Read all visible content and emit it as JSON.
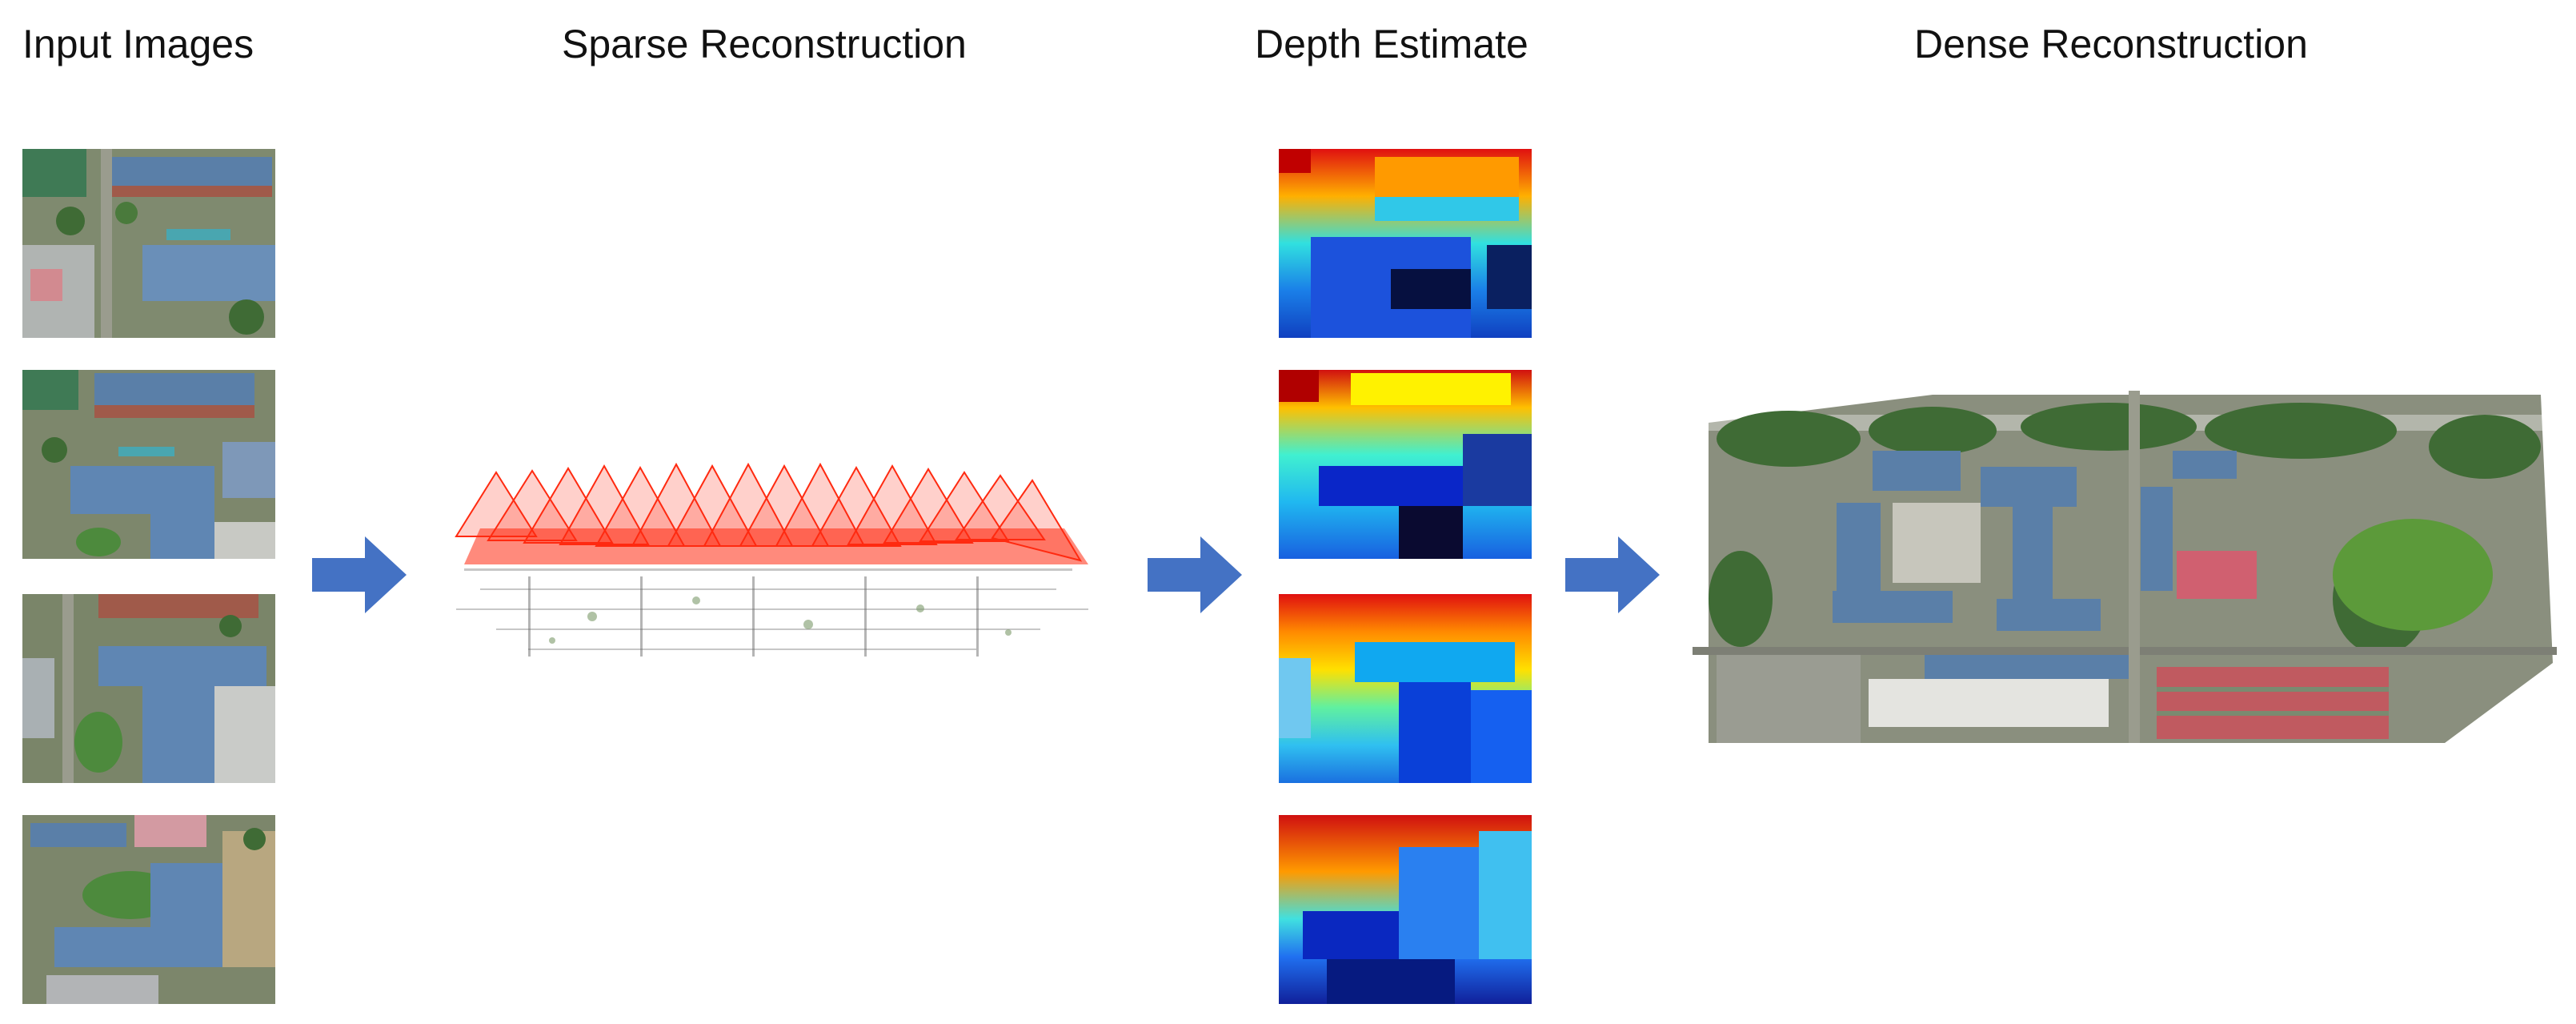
{
  "titles": {
    "input": "Input Images",
    "sparse": "Sparse Reconstruction",
    "depth": "Depth Estimate",
    "dense": "Dense Reconstruction"
  },
  "colors": {
    "arrow": "#4472C4",
    "camera_frustum": "#ff2a10",
    "roof_blue": "#5a7fa8",
    "vegetation": "#3f6b35"
  },
  "input_images_count": 4,
  "depth_maps_count": 4
}
